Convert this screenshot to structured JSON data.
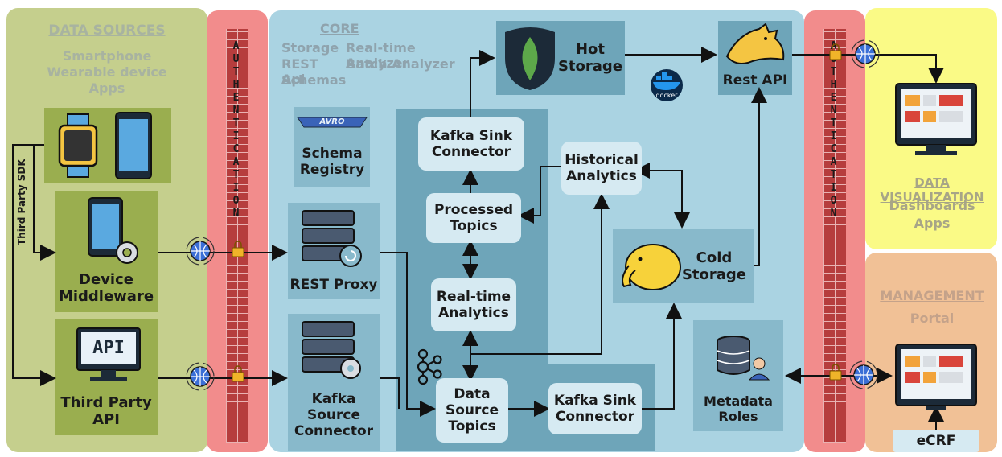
{
  "sections": {
    "data_sources": {
      "title": "DATA SOURCES",
      "items": [
        "Smartphone",
        "Wearable device",
        "Apps"
      ]
    },
    "core": {
      "title": "CORE",
      "col1": [
        "Storage",
        "REST Api",
        "Schemas"
      ],
      "col2": [
        "Real-time Analyzer",
        "Batch Analyzer"
      ]
    },
    "data_visualization": {
      "title": "DATA VISUALIZATION",
      "items": [
        "Dashboards",
        "Apps"
      ]
    },
    "management": {
      "title": "MANAGEMENT",
      "items": [
        "Portal"
      ]
    }
  },
  "auth_label": "AUTHENTICATION",
  "third_party_sdk": "Third Party SDK",
  "nodes": {
    "device_middleware": "Device Middleware",
    "third_party_api": "Third Party API",
    "api_screen_text": "API",
    "schema_registry": "Schema Registry",
    "avro_logo": "AVRO",
    "rest_proxy": "REST Proxy",
    "kafka_source_connector": "Kafka Source Connector",
    "kafka_sink_connector_top": "Kafka Sink Connector",
    "processed_topics": "Processed Topics",
    "realtime_analytics": "Real-time Analytics",
    "data_source_topics": "Data Source Topics",
    "kafka_sink_connector_bottom": "Kafka Sink Connector",
    "historical_analytics": "Historical Analytics",
    "hot_storage": "Hot Storage",
    "cold_storage": "Cold Storage",
    "rest_api": "Rest API",
    "metadata_roles": "Metadata Roles",
    "docker_text": "docker",
    "ecrf": "eCRF"
  },
  "colors": {
    "data_sources_bg": "#c5cf8d",
    "data_source_box": "#9aae4f",
    "auth_bg": "#f28c8c",
    "core_bg": "#aad3e2",
    "core_inner": "#6ea5b9",
    "core_box": "#88b9cb",
    "node_box": "#d6eaf2",
    "visualization_bg": "#fafa86",
    "management_bg": "#f1c196"
  }
}
